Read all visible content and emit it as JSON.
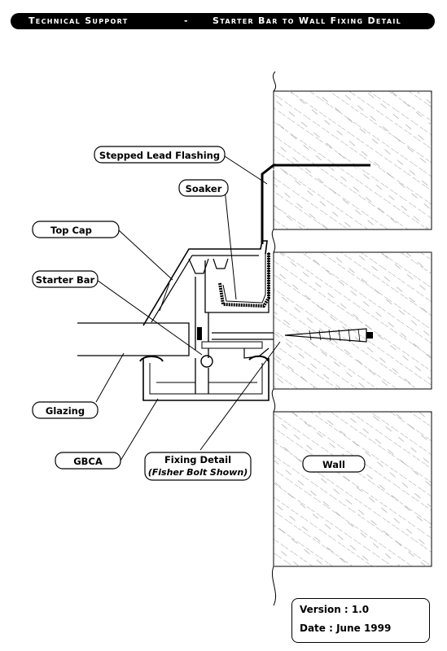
{
  "header": {
    "left": "Technical Support",
    "separator": "-",
    "right": "Starter Bar to Wall Fixing Detail"
  },
  "labels": {
    "stepped_lead_flashing": "Stepped Lead Flashing",
    "soaker": "Soaker",
    "top_cap": "Top Cap",
    "starter_bar": "Starter Bar",
    "glazing": "Glazing",
    "gbca": "GBCA",
    "fixing_detail": "Fixing Detail",
    "fixing_detail_note": "(Fisher Bolt Shown)",
    "wall": "Wall"
  },
  "info": {
    "version": "Version : 1.0",
    "date": "Date : June 1999"
  }
}
